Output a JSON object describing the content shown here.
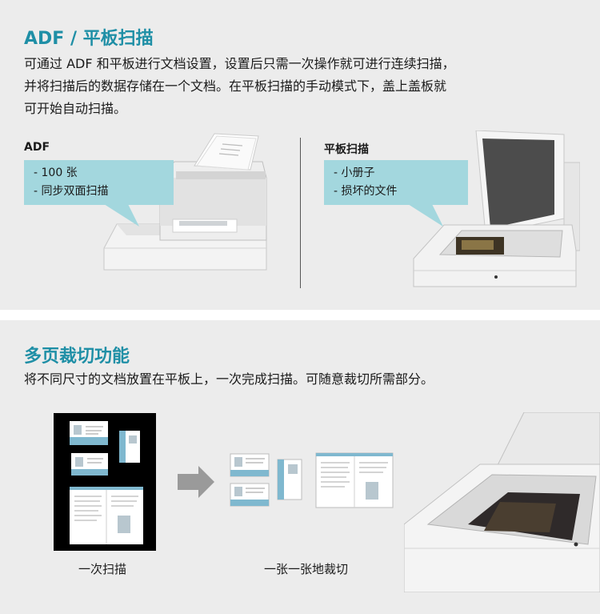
{
  "section1": {
    "title": "ADF / 平板扫描",
    "description": [
      "可通过 ADF 和平板进行文档设置，设置后只需一次操作就可进行连续扫描，",
      "并将扫描后的数据存储在一个文档。在平板扫描的手动模式下，盖上盖板就",
      "可开始自动扫描。"
    ],
    "adf": {
      "label": "ADF",
      "items": [
        "- 100 张",
        "- 同步双面扫描"
      ]
    },
    "flatbed": {
      "label": "平板扫描",
      "items": [
        "- 小册子",
        "- 损坏的文件"
      ]
    }
  },
  "section2": {
    "title": "多页裁切功能",
    "description": "将不同尺寸的文档放置在平板上，一次完成扫描。可随意裁切所需部分。",
    "caption_scan": "一次扫描",
    "caption_crop": "一张一张地裁切"
  },
  "colors": {
    "accent": "#1f8fa6",
    "callout": "#a3d7de",
    "panel": "#ececec",
    "card_blue": "#7fb8cf"
  }
}
